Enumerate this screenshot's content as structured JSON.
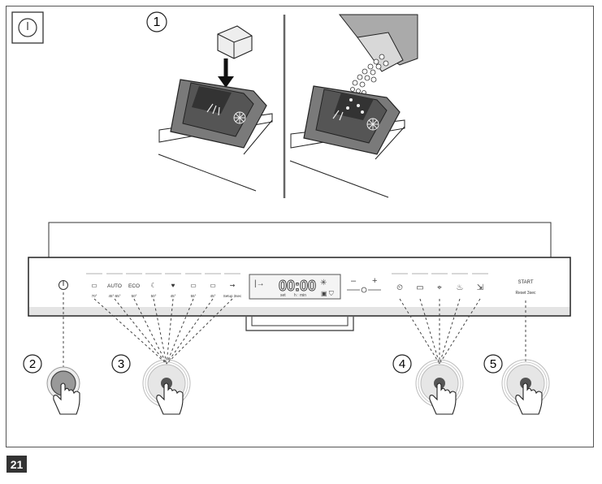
{
  "figure_number": "21",
  "step_labels": [
    "1",
    "2",
    "3",
    "4",
    "5"
  ],
  "panel": {
    "programs": [
      {
        "icon": "pre-wash-icon",
        "temp": "70°"
      },
      {
        "icon": "auto-program-icon",
        "name": "AUTO",
        "temp": "45°-65°"
      },
      {
        "icon": "eco-program-icon",
        "name": "ECO",
        "temp": "50°"
      },
      {
        "icon": "night-program-icon",
        "temp": "50°"
      },
      {
        "icon": "glass-program-icon",
        "temp": "45°"
      },
      {
        "icon": "quick-1h-program-icon",
        "temp": "55°"
      },
      {
        "icon": "rinse-program-icon",
        "temp": "45°"
      },
      {
        "icon": "setup-program-icon",
        "temp": "Setup 3sec"
      }
    ],
    "display": {
      "time": "00:00",
      "label_set": "set",
      "label_hmin": "h : min"
    },
    "options": [
      {
        "icon": "delay-start-option-icon"
      },
      {
        "icon": "extra-dry-option-icon"
      },
      {
        "icon": "extra-hygiene-option-icon"
      },
      {
        "icon": "zone-option-icon"
      },
      {
        "icon": "half-load-option-icon"
      }
    ],
    "start_label": "START",
    "reset_label": "Reset 3sec",
    "minus_label": "–",
    "plus_label": "+"
  }
}
